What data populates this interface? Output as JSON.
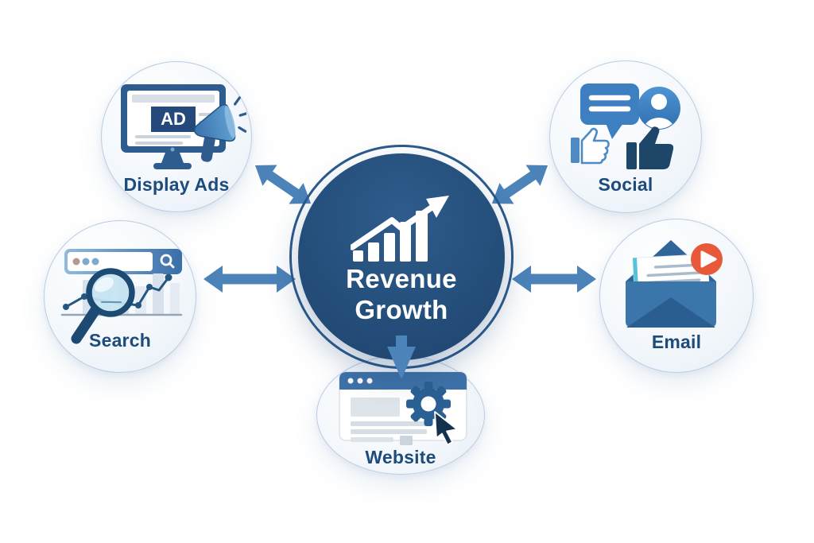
{
  "diagram": {
    "title": "Revenue Growth",
    "center": {
      "lines": [
        "Revenue",
        "Growth"
      ],
      "icon": "growth-bar-chart-icon"
    },
    "nodes": [
      {
        "id": "display-ads",
        "label": "Display Ads",
        "icon": "display-ads-icon"
      },
      {
        "id": "social",
        "label": "Social",
        "icon": "social-icon"
      },
      {
        "id": "search",
        "label": "Search",
        "icon": "search-icon"
      },
      {
        "id": "email",
        "label": "Email",
        "icon": "email-icon"
      },
      {
        "id": "website",
        "label": "Website",
        "icon": "website-icon"
      }
    ],
    "ad_badge": "AD",
    "connections": [
      {
        "from": "Display Ads",
        "to": "Revenue Growth",
        "type": "double-arrow"
      },
      {
        "from": "Social",
        "to": "Revenue Growth",
        "type": "double-arrow"
      },
      {
        "from": "Search",
        "to": "Revenue Growth",
        "type": "double-arrow"
      },
      {
        "from": "Email",
        "to": "Revenue Growth",
        "type": "double-arrow"
      },
      {
        "from": "Revenue Growth",
        "to": "Website",
        "type": "single-arrow-down"
      }
    ],
    "colors": {
      "background": "#FFFFFF",
      "center_fill_light": "#2E5C8C",
      "center_fill_dark": "#214974",
      "center_ring": "#2C5A8C",
      "center_text": "#FFFFFF",
      "arrow_blue": "#4C83B9",
      "node_fill": "#F4F8FC",
      "node_border": "#B9CDE0",
      "label_blue": "#1D4B7C",
      "icon_mid_blue": "#3D7FC1",
      "icon_frame_blue": "#2E5C8F",
      "icon_dark_navy": "#1D4668",
      "accent_orange": "#E8593A",
      "accent_cyan": "#56C3D8",
      "light_gray": "#D9DFE6"
    }
  }
}
